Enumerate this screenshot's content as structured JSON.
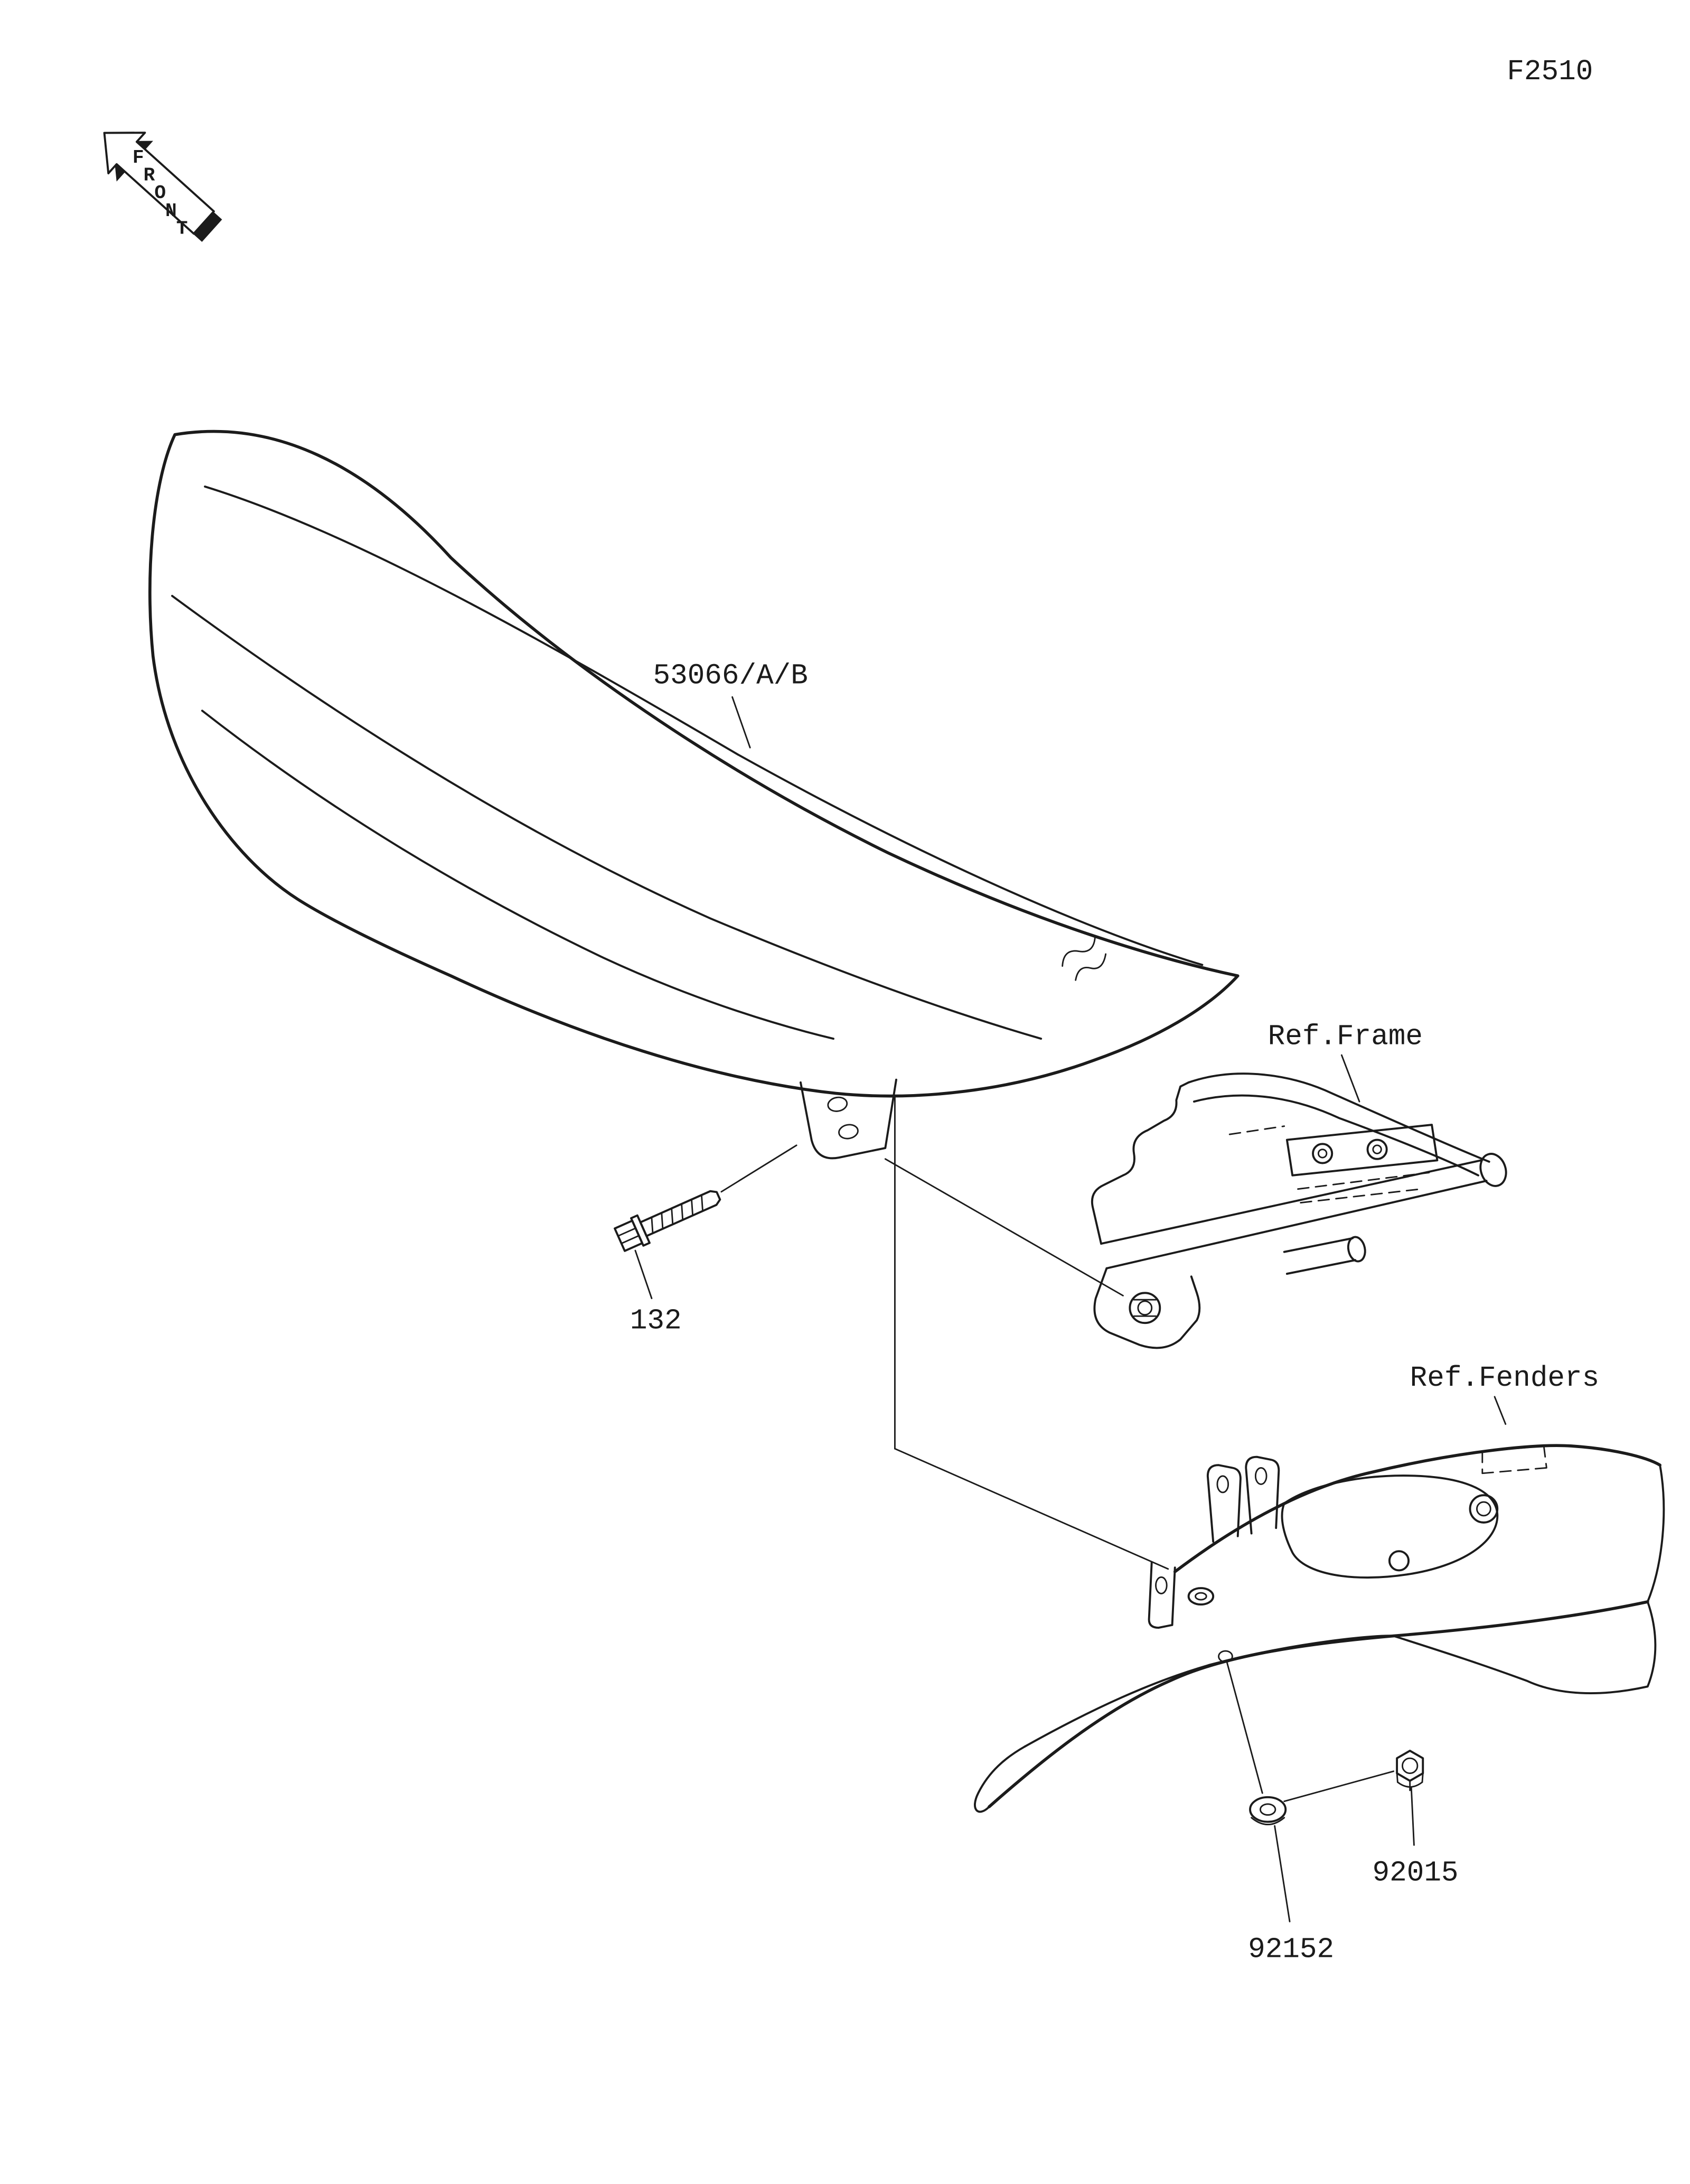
{
  "diagram": {
    "code": "F2510",
    "front_label": "FRONT",
    "front_chars": [
      "F",
      "R",
      "O",
      "N",
      "T"
    ],
    "parts": {
      "seat": "53066/A/B",
      "bolt": "132",
      "nut": "92015",
      "damper": "92152"
    },
    "references": {
      "frame": "Ref.Frame",
      "fenders": "Ref.Fenders"
    }
  },
  "colors": {
    "line": "#1b1b1b",
    "background": "#ffffff"
  }
}
